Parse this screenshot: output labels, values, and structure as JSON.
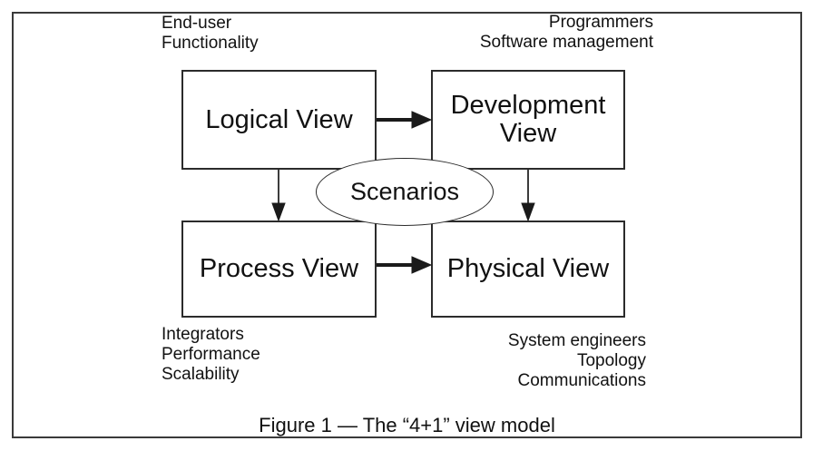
{
  "figure": {
    "caption": "Figure 1 — The “4+1” view model"
  },
  "colors": {
    "line": "#2b2b2b",
    "text": "#111111",
    "background": "#ffffff"
  },
  "boxes": {
    "logical": {
      "label": "Logical View"
    },
    "development": {
      "label": "Development View"
    },
    "process": {
      "label": "Process View"
    },
    "physical": {
      "label": "Physical View"
    }
  },
  "ellipse": {
    "label": "Scenarios"
  },
  "annotations": {
    "top_left": {
      "lines": [
        "End-user",
        "Functionality"
      ]
    },
    "top_right": {
      "lines": [
        "Programmers",
        "Software management"
      ]
    },
    "bottom_left": {
      "lines": [
        "Integrators",
        "Performance",
        "Scalability"
      ]
    },
    "bottom_right": {
      "lines": [
        "System engineers",
        "Topology",
        "Communications"
      ]
    }
  }
}
